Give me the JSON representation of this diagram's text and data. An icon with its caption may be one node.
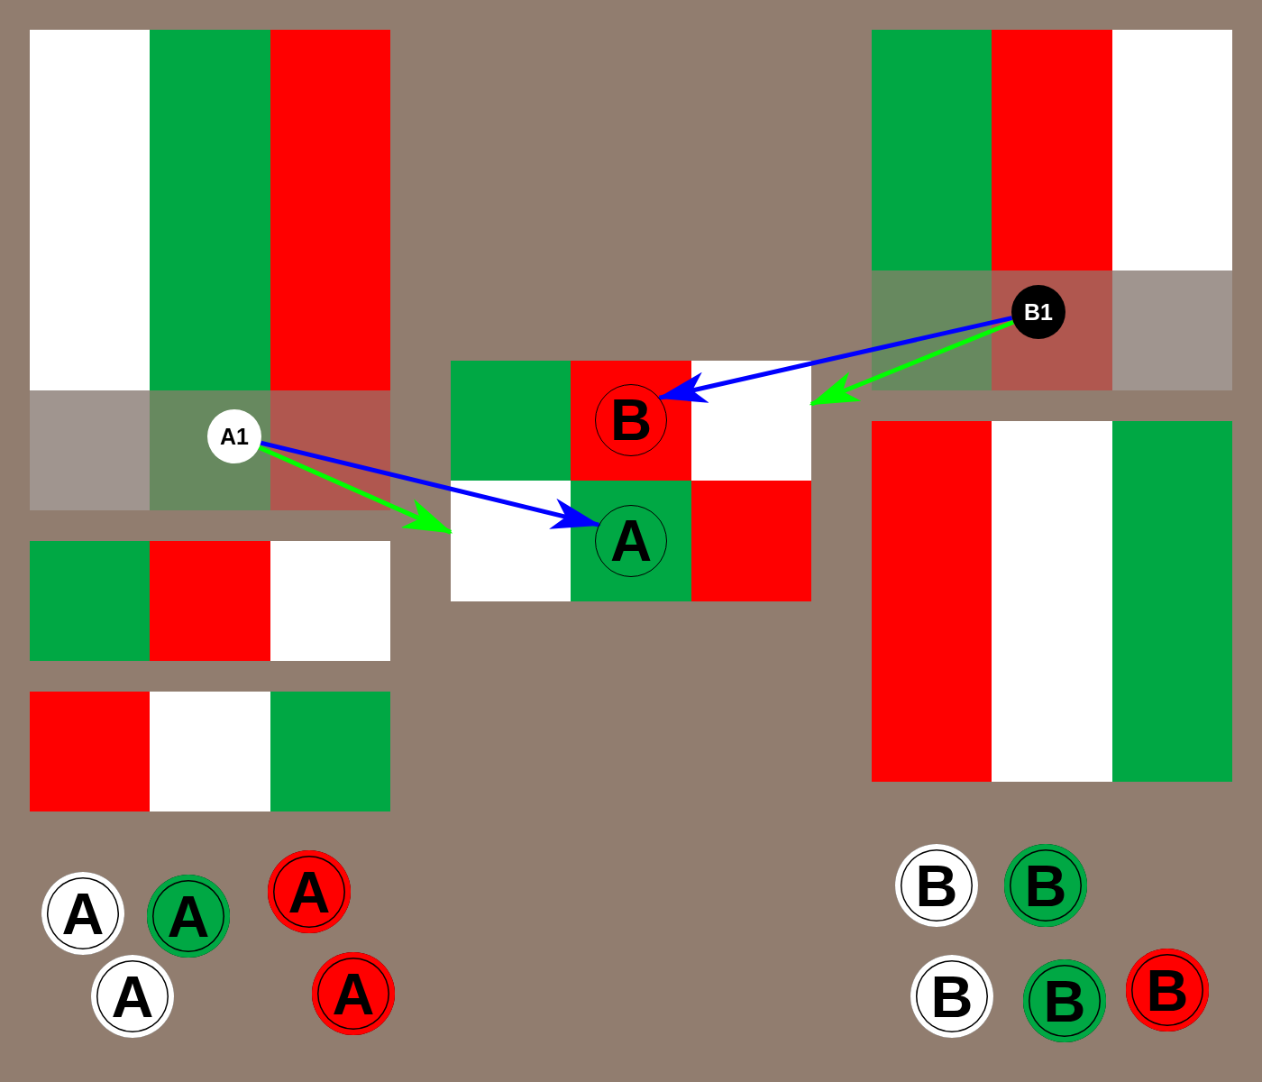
{
  "diagram": {
    "nodes": [
      {
        "text": [],
        "shape": "flag"
      },
      {
        "text": [],
        "shape": "flag"
      },
      {
        "text": [
          "B1"
        ],
        "in": 1
      },
      {
        "text": [],
        "shape": "flag"
      },
      {
        "text": [
          "B"
        ],
        "in": 3
      },
      {
        "text": [],
        "shape": "flag"
      },
      {
        "text": [
          "A1"
        ],
        "in": 0
      },
      {
        "text": [],
        "shape": "flag"
      },
      {
        "text": [
          "A"
        ],
        "in": 7
      },
      {
        "text": [],
        "shape": "flag"
      },
      {
        "text": [],
        "shape": "flag"
      },
      {
        "text": [
          "A"
        ]
      },
      {
        "text": [
          "A"
        ]
      },
      {
        "text": [
          "A"
        ]
      },
      {
        "text": [
          "B"
        ]
      },
      {
        "text": [
          "B"
        ]
      },
      {
        "text": [
          "A"
        ]
      },
      {
        "text": [
          "A"
        ]
      },
      {
        "text": [
          "B"
        ]
      },
      {
        "text": [
          "B"
        ]
      },
      {
        "text": [
          "B"
        ]
      }
    ],
    "edges": [
      {
        "from": 6,
        "to": 8,
        "arrow": "to",
        "color": "#0000ff"
      },
      {
        "from": 6,
        "to": 7,
        "arrow": "to",
        "color": "#00ff00"
      },
      {
        "from": 2,
        "to": 4,
        "arrow": "to",
        "color": "#0000ff"
      },
      {
        "from": 2,
        "to": 3,
        "arrow": "to",
        "color": "#00ff00"
      }
    ]
  }
}
